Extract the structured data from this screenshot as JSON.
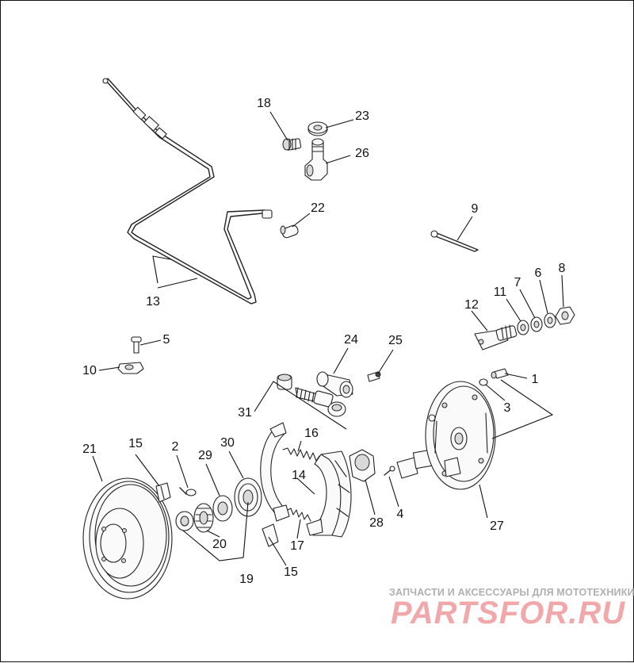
{
  "callouts": [
    {
      "id": "c1",
      "label": "1"
    },
    {
      "id": "c2",
      "label": "2"
    },
    {
      "id": "c3",
      "label": "3"
    },
    {
      "id": "c4",
      "label": "4"
    },
    {
      "id": "c5",
      "label": "5"
    },
    {
      "id": "c6",
      "label": "6"
    },
    {
      "id": "c7",
      "label": "7"
    },
    {
      "id": "c8",
      "label": "8"
    },
    {
      "id": "c9",
      "label": "9"
    },
    {
      "id": "c10",
      "label": "10"
    },
    {
      "id": "c11",
      "label": "11"
    },
    {
      "id": "c12",
      "label": "12"
    },
    {
      "id": "c13",
      "label": "13"
    },
    {
      "id": "c14",
      "label": "14"
    },
    {
      "id": "c15a",
      "label": "15"
    },
    {
      "id": "c15b",
      "label": "15"
    },
    {
      "id": "c16",
      "label": "16"
    },
    {
      "id": "c17",
      "label": "17"
    },
    {
      "id": "c18",
      "label": "18"
    },
    {
      "id": "c19",
      "label": "19"
    },
    {
      "id": "c20",
      "label": "20"
    },
    {
      "id": "c21",
      "label": "21"
    },
    {
      "id": "c22",
      "label": "22"
    },
    {
      "id": "c23",
      "label": "23"
    },
    {
      "id": "c24",
      "label": "24"
    },
    {
      "id": "c25",
      "label": "25"
    },
    {
      "id": "c26",
      "label": "26"
    },
    {
      "id": "c27",
      "label": "27"
    },
    {
      "id": "c28",
      "label": "28"
    },
    {
      "id": "c29",
      "label": "29"
    },
    {
      "id": "c30",
      "label": "30"
    },
    {
      "id": "c31",
      "label": "31"
    }
  ],
  "watermark": {
    "caption": "ЗАПЧАСТИ И АКСЕССУАРЫ ДЛЯ МОТОТЕХНИКИ",
    "logo": "PARTSFOR.RU",
    "logo_color": "#f1a8aa",
    "caption_color": "#b0b0b0"
  },
  "colors": {
    "line": "#222222",
    "background": "#ffffff"
  }
}
